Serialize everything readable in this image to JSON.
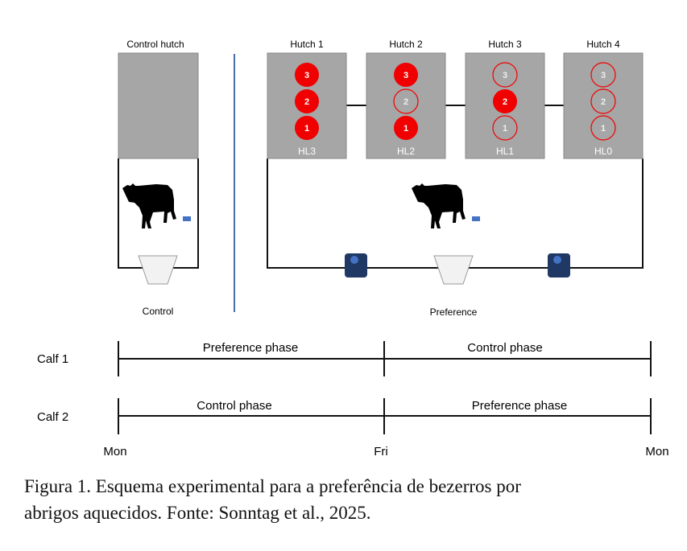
{
  "control": {
    "title": "Control hutch",
    "label": "Control"
  },
  "preference": {
    "label": "Preference"
  },
  "hutches": [
    {
      "title": "Hutch 1",
      "level": "HL3",
      "lamps": [
        {
          "n": "3",
          "on": true
        },
        {
          "n": "2",
          "on": true
        },
        {
          "n": "1",
          "on": true
        }
      ]
    },
    {
      "title": "Hutch 2",
      "level": "HL2",
      "lamps": [
        {
          "n": "3",
          "on": true
        },
        {
          "n": "2",
          "on": false
        },
        {
          "n": "1",
          "on": true
        }
      ]
    },
    {
      "title": "Hutch 3",
      "level": "HL1",
      "lamps": [
        {
          "n": "3",
          "on": false
        },
        {
          "n": "2",
          "on": true
        },
        {
          "n": "1",
          "on": false
        }
      ]
    },
    {
      "title": "Hutch 4",
      "level": "HL0",
      "lamps": [
        {
          "n": "3",
          "on": false
        },
        {
          "n": "2",
          "on": false
        },
        {
          "n": "1",
          "on": false
        }
      ]
    }
  ],
  "timeline": {
    "calves": [
      {
        "name": "Calf 1",
        "first": "Preference phase",
        "second": "Control phase"
      },
      {
        "name": "Calf 2",
        "first": "Control phase",
        "second": "Preference phase"
      }
    ],
    "days": [
      "Mon",
      "Fri",
      "Mon"
    ]
  },
  "caption": {
    "line1": "Figura 1. Esquema experimental para a preferência de bezerros por",
    "line2": "abrigos aquecidos. Fonte: Sonntag et al., 2025."
  },
  "colors": {
    "hutch": "#a6a6a6",
    "lamp": "#f00000",
    "feeder": "#1f3864",
    "divider": "#4a6fa5"
  }
}
